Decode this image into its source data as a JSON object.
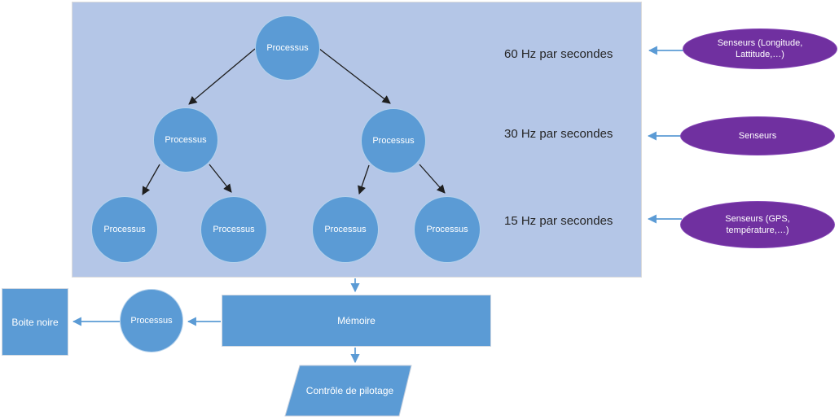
{
  "diagram": {
    "tree": {
      "nodes": [
        "Processus",
        "Processus",
        "Processus",
        "Processus",
        "Processus",
        "Processus",
        "Processus"
      ]
    },
    "frequency_labels": [
      "60 Hz par secondes",
      "30 Hz par secondes",
      "15 Hz par secondes"
    ],
    "sensors": [
      {
        "lines": [
          "Senseurs (Longitude,",
          "Lattitude,…)"
        ]
      },
      {
        "lines": [
          "Senseurs"
        ]
      },
      {
        "lines": [
          "Senseurs  (GPS,",
          "température,…)"
        ]
      }
    ],
    "bottom": {
      "black_box_label": "Boite noire",
      "process_label": "Processus",
      "memory_label": "Mémoire",
      "control_label": "Contrôle de pilotage"
    },
    "colors": {
      "shape_blue": "#5b9bd5",
      "region_background": "#b4c6e7",
      "sensor_purple": "#7030a0",
      "tree_arrow": "#1f1f1f",
      "flow_arrow": "#5b9bd5",
      "label_text": "#262626"
    }
  }
}
